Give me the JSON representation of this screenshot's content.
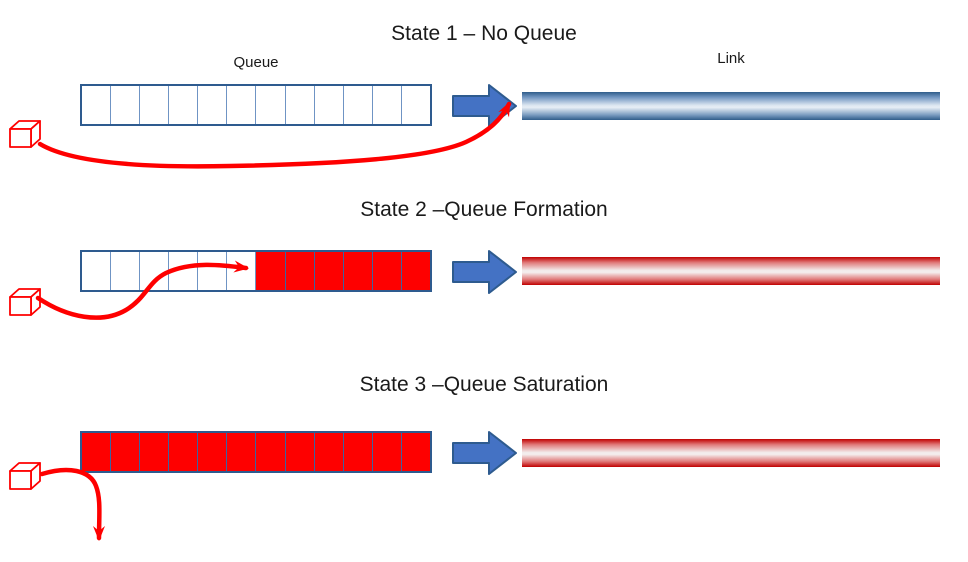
{
  "diagram": {
    "states": [
      {
        "title": "State 1 – No Queue",
        "queue_label": "Queue",
        "link_label": "Link",
        "queue": {
          "cells": 12,
          "filled": 0
        },
        "link_color": "blue"
      },
      {
        "title": "State 2 –Queue Formation",
        "queue": {
          "cells": 12,
          "filled": 6
        },
        "link_color": "red"
      },
      {
        "title": "State 3 –Queue Saturation",
        "queue": {
          "cells": 12,
          "filled": 12
        },
        "link_color": "red"
      }
    ],
    "colors": {
      "queue_border": "#2e5b8f",
      "queue_fill": "#fe0000",
      "flow_arrow": "#4472c4",
      "hand_arrow": "#fe0000",
      "link_blue_edge": "#2f5d8a",
      "link_red_edge": "#c00000"
    }
  }
}
